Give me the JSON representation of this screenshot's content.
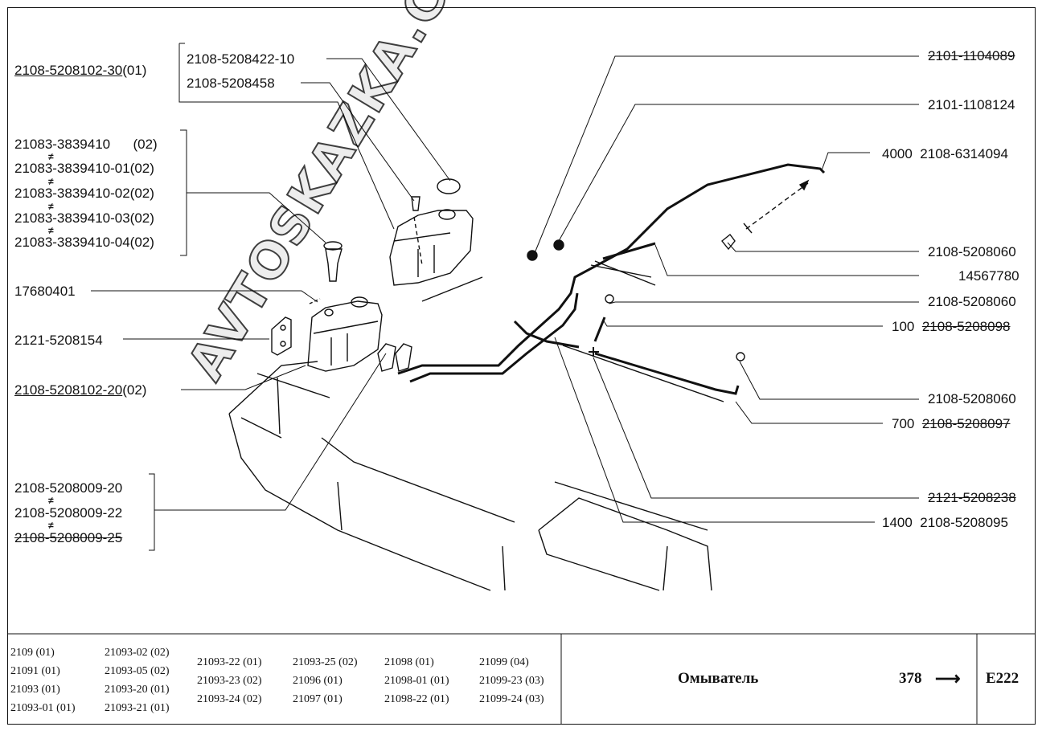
{
  "labels_left": {
    "l1_code": "2108-5208102-30",
    "l1_suf": "(01)",
    "l2a": "2108-5208422-10",
    "l2b": "2108-5208458",
    "g3": [
      "21083-3839410",
      "21083-3839410-01(02)",
      "21083-3839410-02(02)",
      "21083-3839410-03(02)",
      "21083-3839410-04(02)"
    ],
    "g3_first_suf": "(02)",
    "l4": "17680401",
    "l5": "2121-5208154",
    "l6_code": "2108-5208102-20",
    "l6_suf": "(02)",
    "g7": [
      "2108-5208009-20",
      "2108-5208009-22",
      "2108-5208009-25"
    ],
    "neq": "≠"
  },
  "labels_right": {
    "r1": "2101-1104089",
    "r2": "2101-1108124",
    "r3_qty": "4000",
    "r3_code": "2108-6314094",
    "r4": "2108-5208060",
    "r5": "14567780",
    "r6": "2108-5208060",
    "r7_qty": "100",
    "r7_code": "2108-5208098",
    "r8": "2108-5208060",
    "r9_qty": "700",
    "r9_code": "2108-5208097",
    "r10": "2121-5208238",
    "r11_qty": "1400",
    "r11_code": "2108-5208095"
  },
  "models": [
    [
      "2109 (01)",
      "21091 (01)",
      "21093 (01)",
      "21093-01 (01)"
    ],
    [
      "21093-02 (02)",
      "21093-05 (02)",
      "21093-20 (01)",
      "21093-21 (01)"
    ],
    [
      "21093-22 (01)",
      "21093-23 (02)",
      "21093-24 (02)"
    ],
    [
      "21093-25 (02)",
      "21096 (01)",
      "21097 (01)"
    ],
    [
      "21098 (01)",
      "21098-01 (01)",
      "21098-22 (01)"
    ],
    [
      "21099 (04)",
      "21099-23 (03)",
      "21099-24 (03)"
    ]
  ],
  "footer": {
    "title": "Омыватель",
    "page_ref": "378",
    "arrow": "⟶",
    "code": "E222"
  },
  "watermark": "AVTOSKAZKA.CAT.ONLINE"
}
